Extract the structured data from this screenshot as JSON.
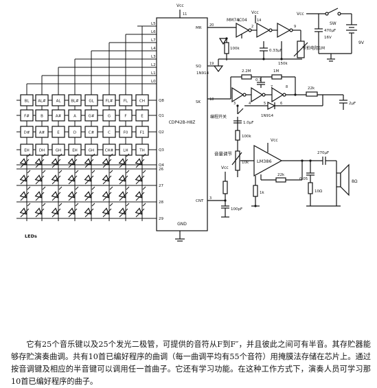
{
  "power_label": "Vcc",
  "ic": {
    "name": "CDP42B-H8Z",
    "gnd": "GND",
    "top_pin": "11",
    "left_pins": [
      "L5",
      "L6",
      "L7",
      "L4",
      "L3",
      "L2",
      "L1",
      "L0"
    ],
    "left_pins_b": [
      "Q8",
      "Q1",
      "Q2",
      "Q3",
      "Q4"
    ],
    "lower_pins": [
      "26",
      "27",
      "28",
      "29"
    ],
    "right_pins": [
      {
        "num": "20",
        "name": "MR"
      },
      {
        "num": "19",
        "name": "SQ"
      },
      {
        "num": "18",
        "name": "SK"
      },
      {
        "num": "3",
        "name": "CNT"
      }
    ]
  },
  "keys": [
    [
      "BL",
      "AL#",
      "AL",
      "BL#",
      "GL",
      "FL#",
      "FL",
      "CH"
    ],
    [
      "F#",
      "B",
      "A#",
      "A",
      "G#",
      "G",
      "F",
      "E"
    ],
    [
      "D#",
      "A#",
      "E",
      "D",
      "C#",
      "C",
      "F0",
      "F1"
    ],
    [
      "EH",
      "DH",
      "GH",
      "EH",
      "GH",
      "CH#",
      "LH",
      "TH"
    ]
  ],
  "leds_label": "LEDs",
  "components": {
    "ic2": "MM74C04",
    "r_100k_a": "100k",
    "c_033": "0.33μF",
    "r_150k": "150k",
    "d_1n914_a": "1N914",
    "pot_tempo": "节拍电阻1M",
    "r_22m": "2.2M",
    "r_1m": "1M",
    "c_01": "0.1",
    "r_22k_a": "22k",
    "c_2uf": "2μF",
    "sw_learn": "编程开关",
    "c_1uf": "1.0μF",
    "d_1n914_b": "1N914",
    "r_100k_b": "100k",
    "pot_vol": "音量调节",
    "r_10k": "10k",
    "amp": "LM386",
    "r_22k_b": "22k",
    "r_1k": "1k",
    "c_100pf": "100pF",
    "c_270": "270μF",
    "c_005": "0.05",
    "r_10": "10Ω",
    "speaker": "8Ω",
    "switch": "SW",
    "c_470": "470μF",
    "v_cap": "16V",
    "battery": "9V",
    "gate_pins": [
      "14",
      "1",
      "2",
      "3",
      "4",
      "5",
      "6",
      "7",
      "8",
      "9"
    ]
  },
  "caption": "它有25个音乐键以及25个发光二极管，可提供的音符从F到F″，并且彼此之间可有半音。其存贮器能够存贮演奏曲调。共有10首已编好程序的曲调（每一曲调平均有55个音符）用掩膜法存储在芯片上。通过按音调键及相应的半音键可以调用任一首曲子。它还有学习功能。在这种工作方式下，演奏人员可学习那10首已编好程序的曲子。"
}
